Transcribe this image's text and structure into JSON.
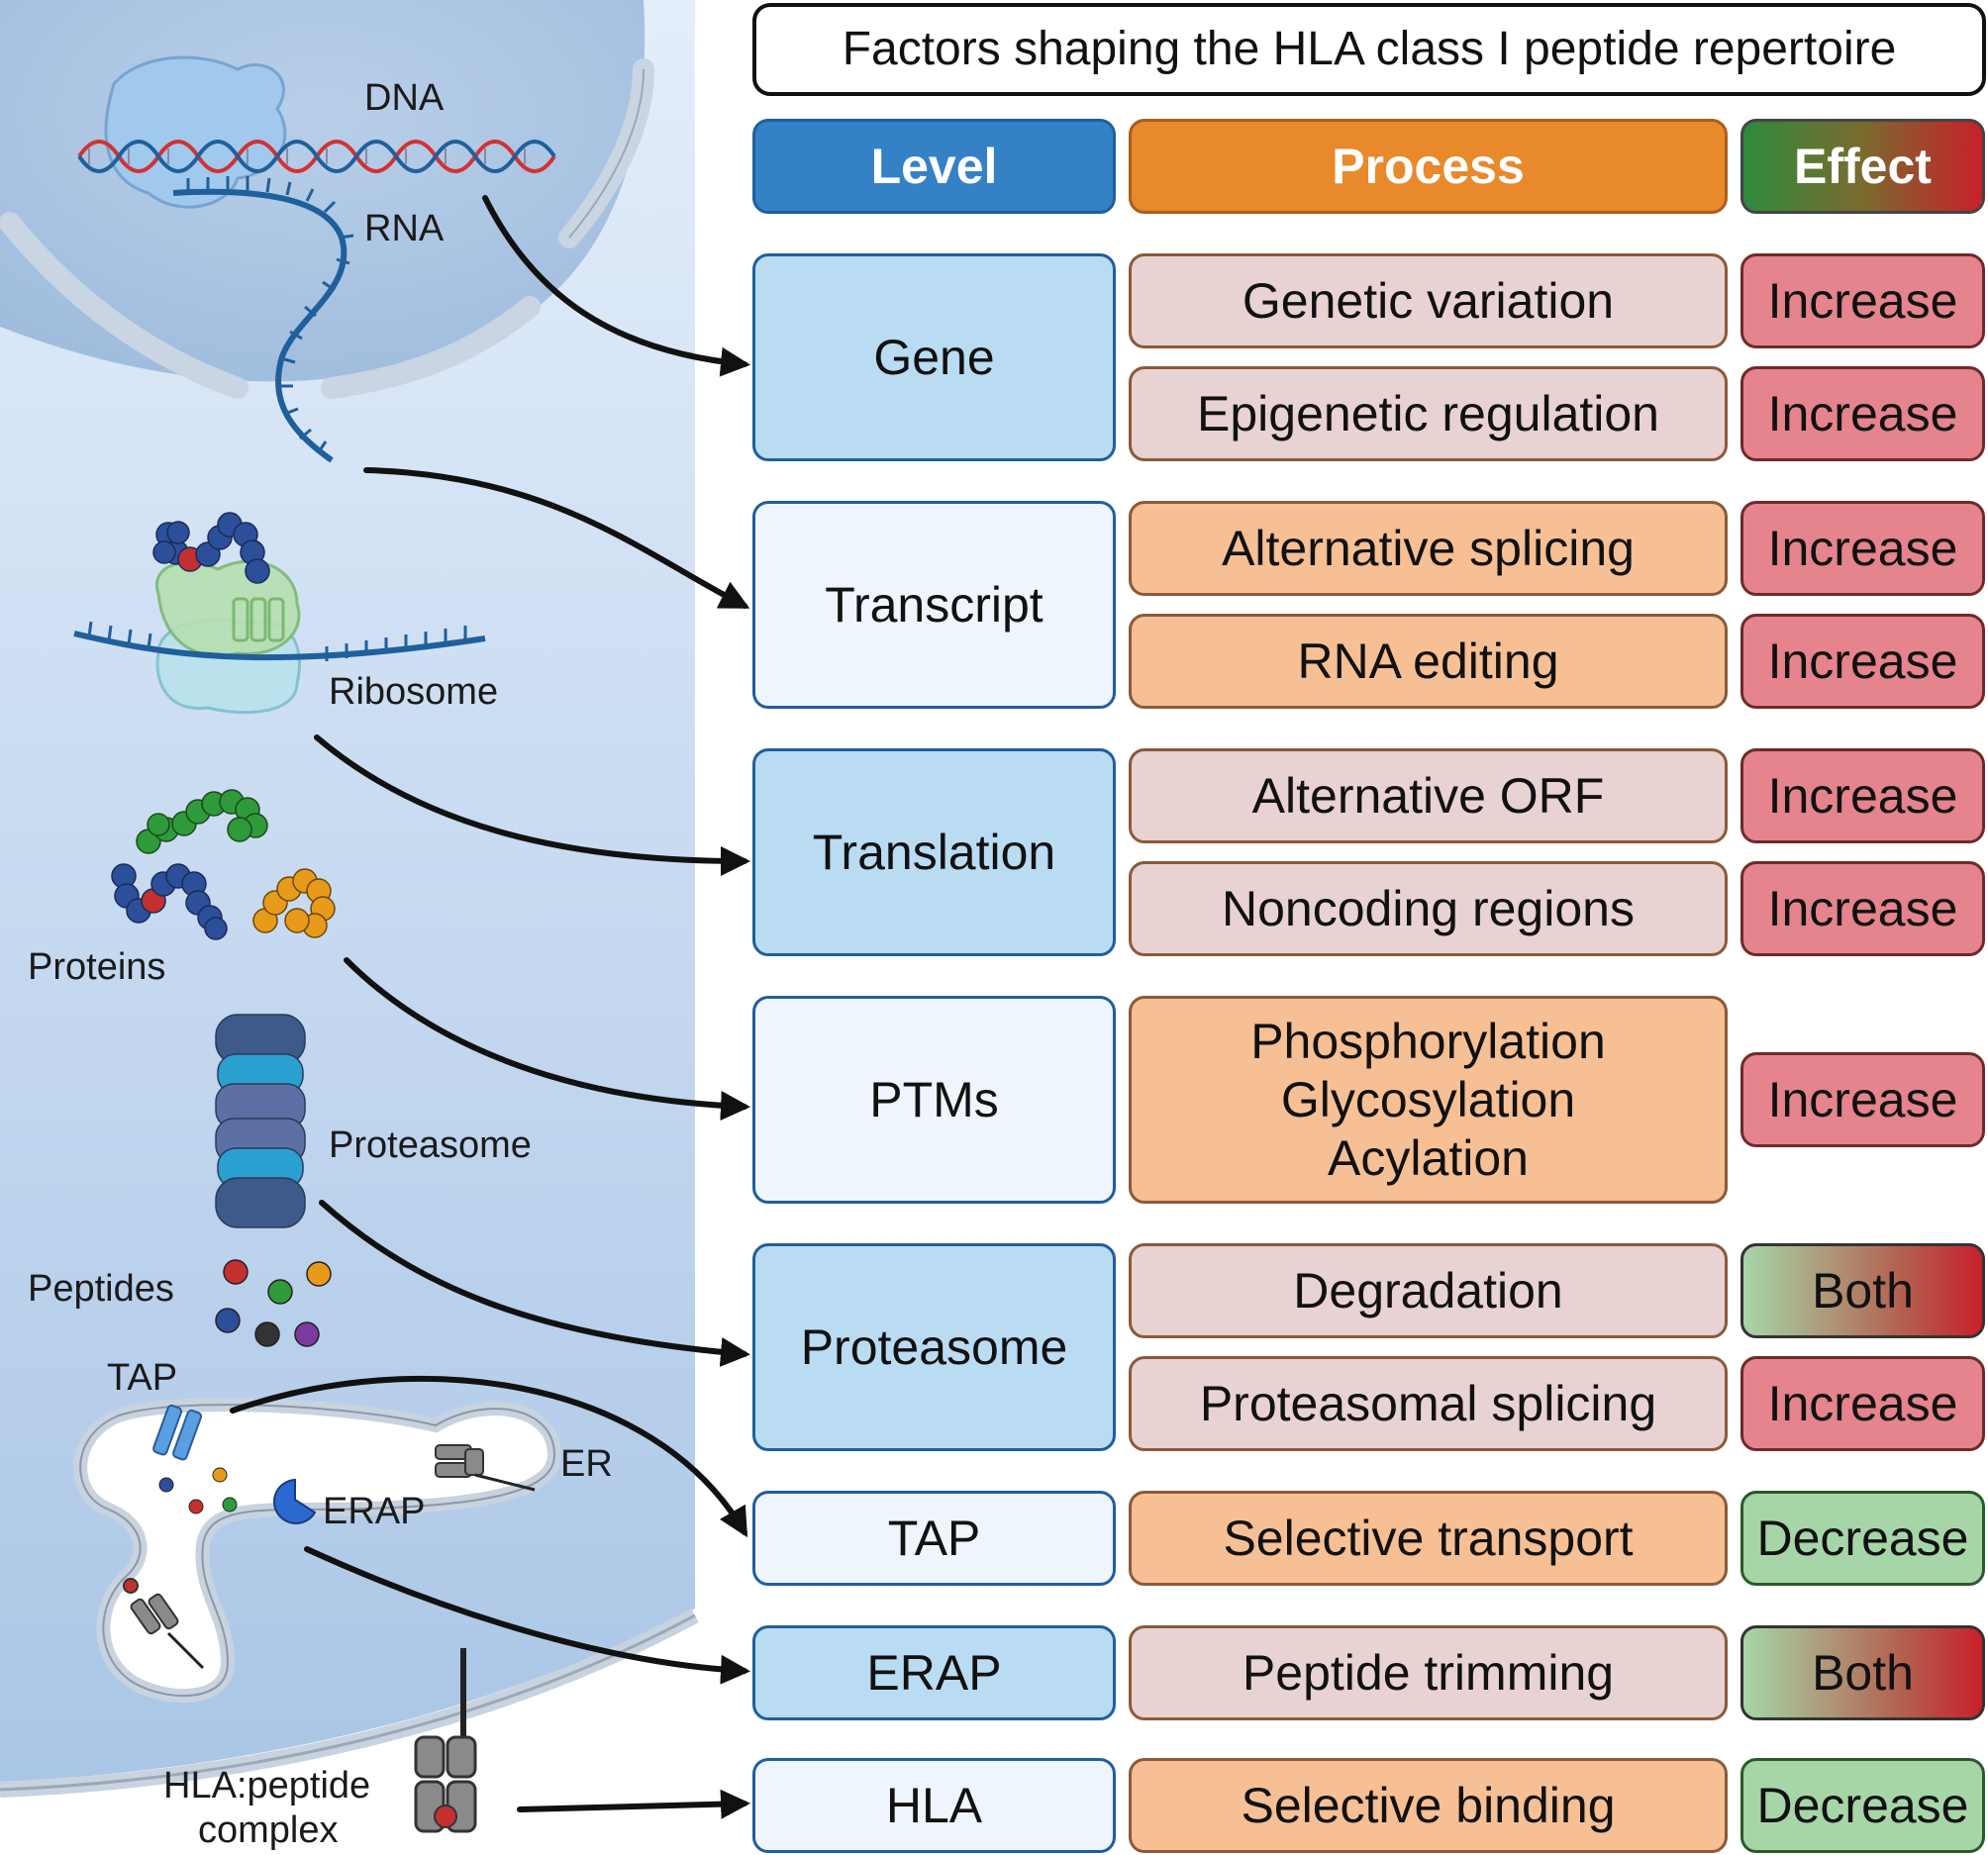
{
  "title": "Factors shaping the HLA class I peptide repertoire",
  "headers": {
    "level": "Level",
    "process": "Process",
    "effect": "Effect"
  },
  "illustration": {
    "labels": {
      "dna": "DNA",
      "rna": "RNA",
      "ribosome": "Ribosome",
      "proteins": "Proteins",
      "proteasome": "Proteasome",
      "peptides": "Peptides",
      "tap": "TAP",
      "er": "ER",
      "erap": "ERAP",
      "hla_line1": "HLA:peptide",
      "hla_line2": "complex"
    }
  },
  "levels": [
    "Gene",
    "Transcript",
    "Translation",
    "PTMs",
    "Proteasome",
    "TAP",
    "ERAP",
    "HLA"
  ],
  "processes": [
    "Genetic variation",
    "Epigenetic regulation",
    "Alternative splicing",
    "RNA editing",
    "Alternative ORF",
    "Noncoding regions",
    [
      "Phosphorylation",
      "Glycosylation",
      "Acylation"
    ],
    "Degradation",
    "Proteasomal splicing",
    "Selective transport",
    "Peptide trimming",
    "Selective binding"
  ],
  "effects": [
    "Increase",
    "Increase",
    "Increase",
    "Increase",
    "Increase",
    "Increase",
    "Increase",
    "Both",
    "Increase",
    "Decrease",
    "Both",
    "Decrease"
  ],
  "colors": {
    "level_header": "#3481c6",
    "process_header": "#e8892c",
    "increase": "#e5848c",
    "decrease": "#a6d6a8"
  }
}
